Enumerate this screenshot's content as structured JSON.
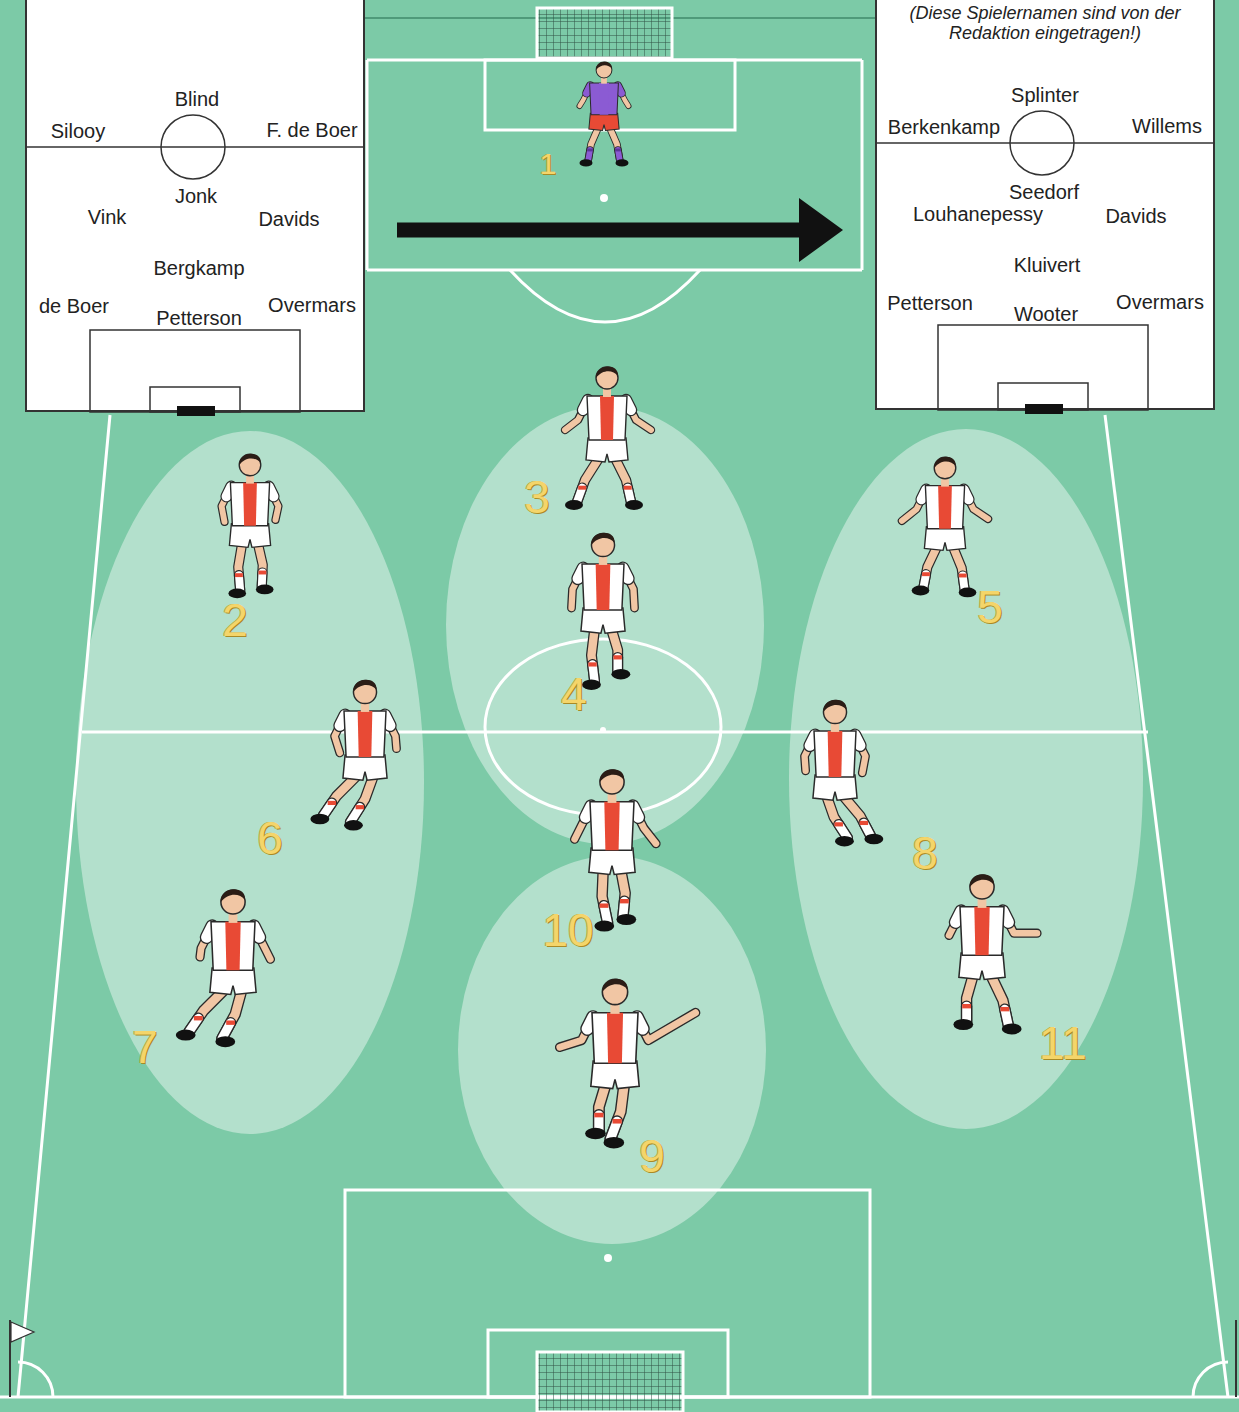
{
  "diagram": {
    "nodes": [
      {
        "text": [
          "Blind",
          "Silooy",
          "F. de Boer",
          "Jonk",
          "Vink",
          "Davids",
          "Bergkamp",
          "de Boer",
          "Petterson",
          "Overmars"
        ]
      },
      {
        "text": [
          "(Diese Spielernamen sind von der Redaktion eingetragen!)",
          "Splinter",
          "Berkenkamp",
          "Willems",
          "Seedorf",
          "Louhanepessy",
          "Davids",
          "Kluivert",
          "Petterson",
          "Wooter",
          "Overmars"
        ]
      },
      {
        "text": [
          "3",
          "4"
        ]
      },
      {
        "text": [
          "2",
          "6",
          "7"
        ]
      },
      {
        "text": [
          "5",
          "8",
          "11"
        ]
      },
      {
        "text": [
          "10",
          "9"
        ]
      }
    ],
    "edges": [
      {
        "from": 0,
        "to": 1,
        "arrow": "to"
      }
    ],
    "labels": [
      "1"
    ]
  }
}
